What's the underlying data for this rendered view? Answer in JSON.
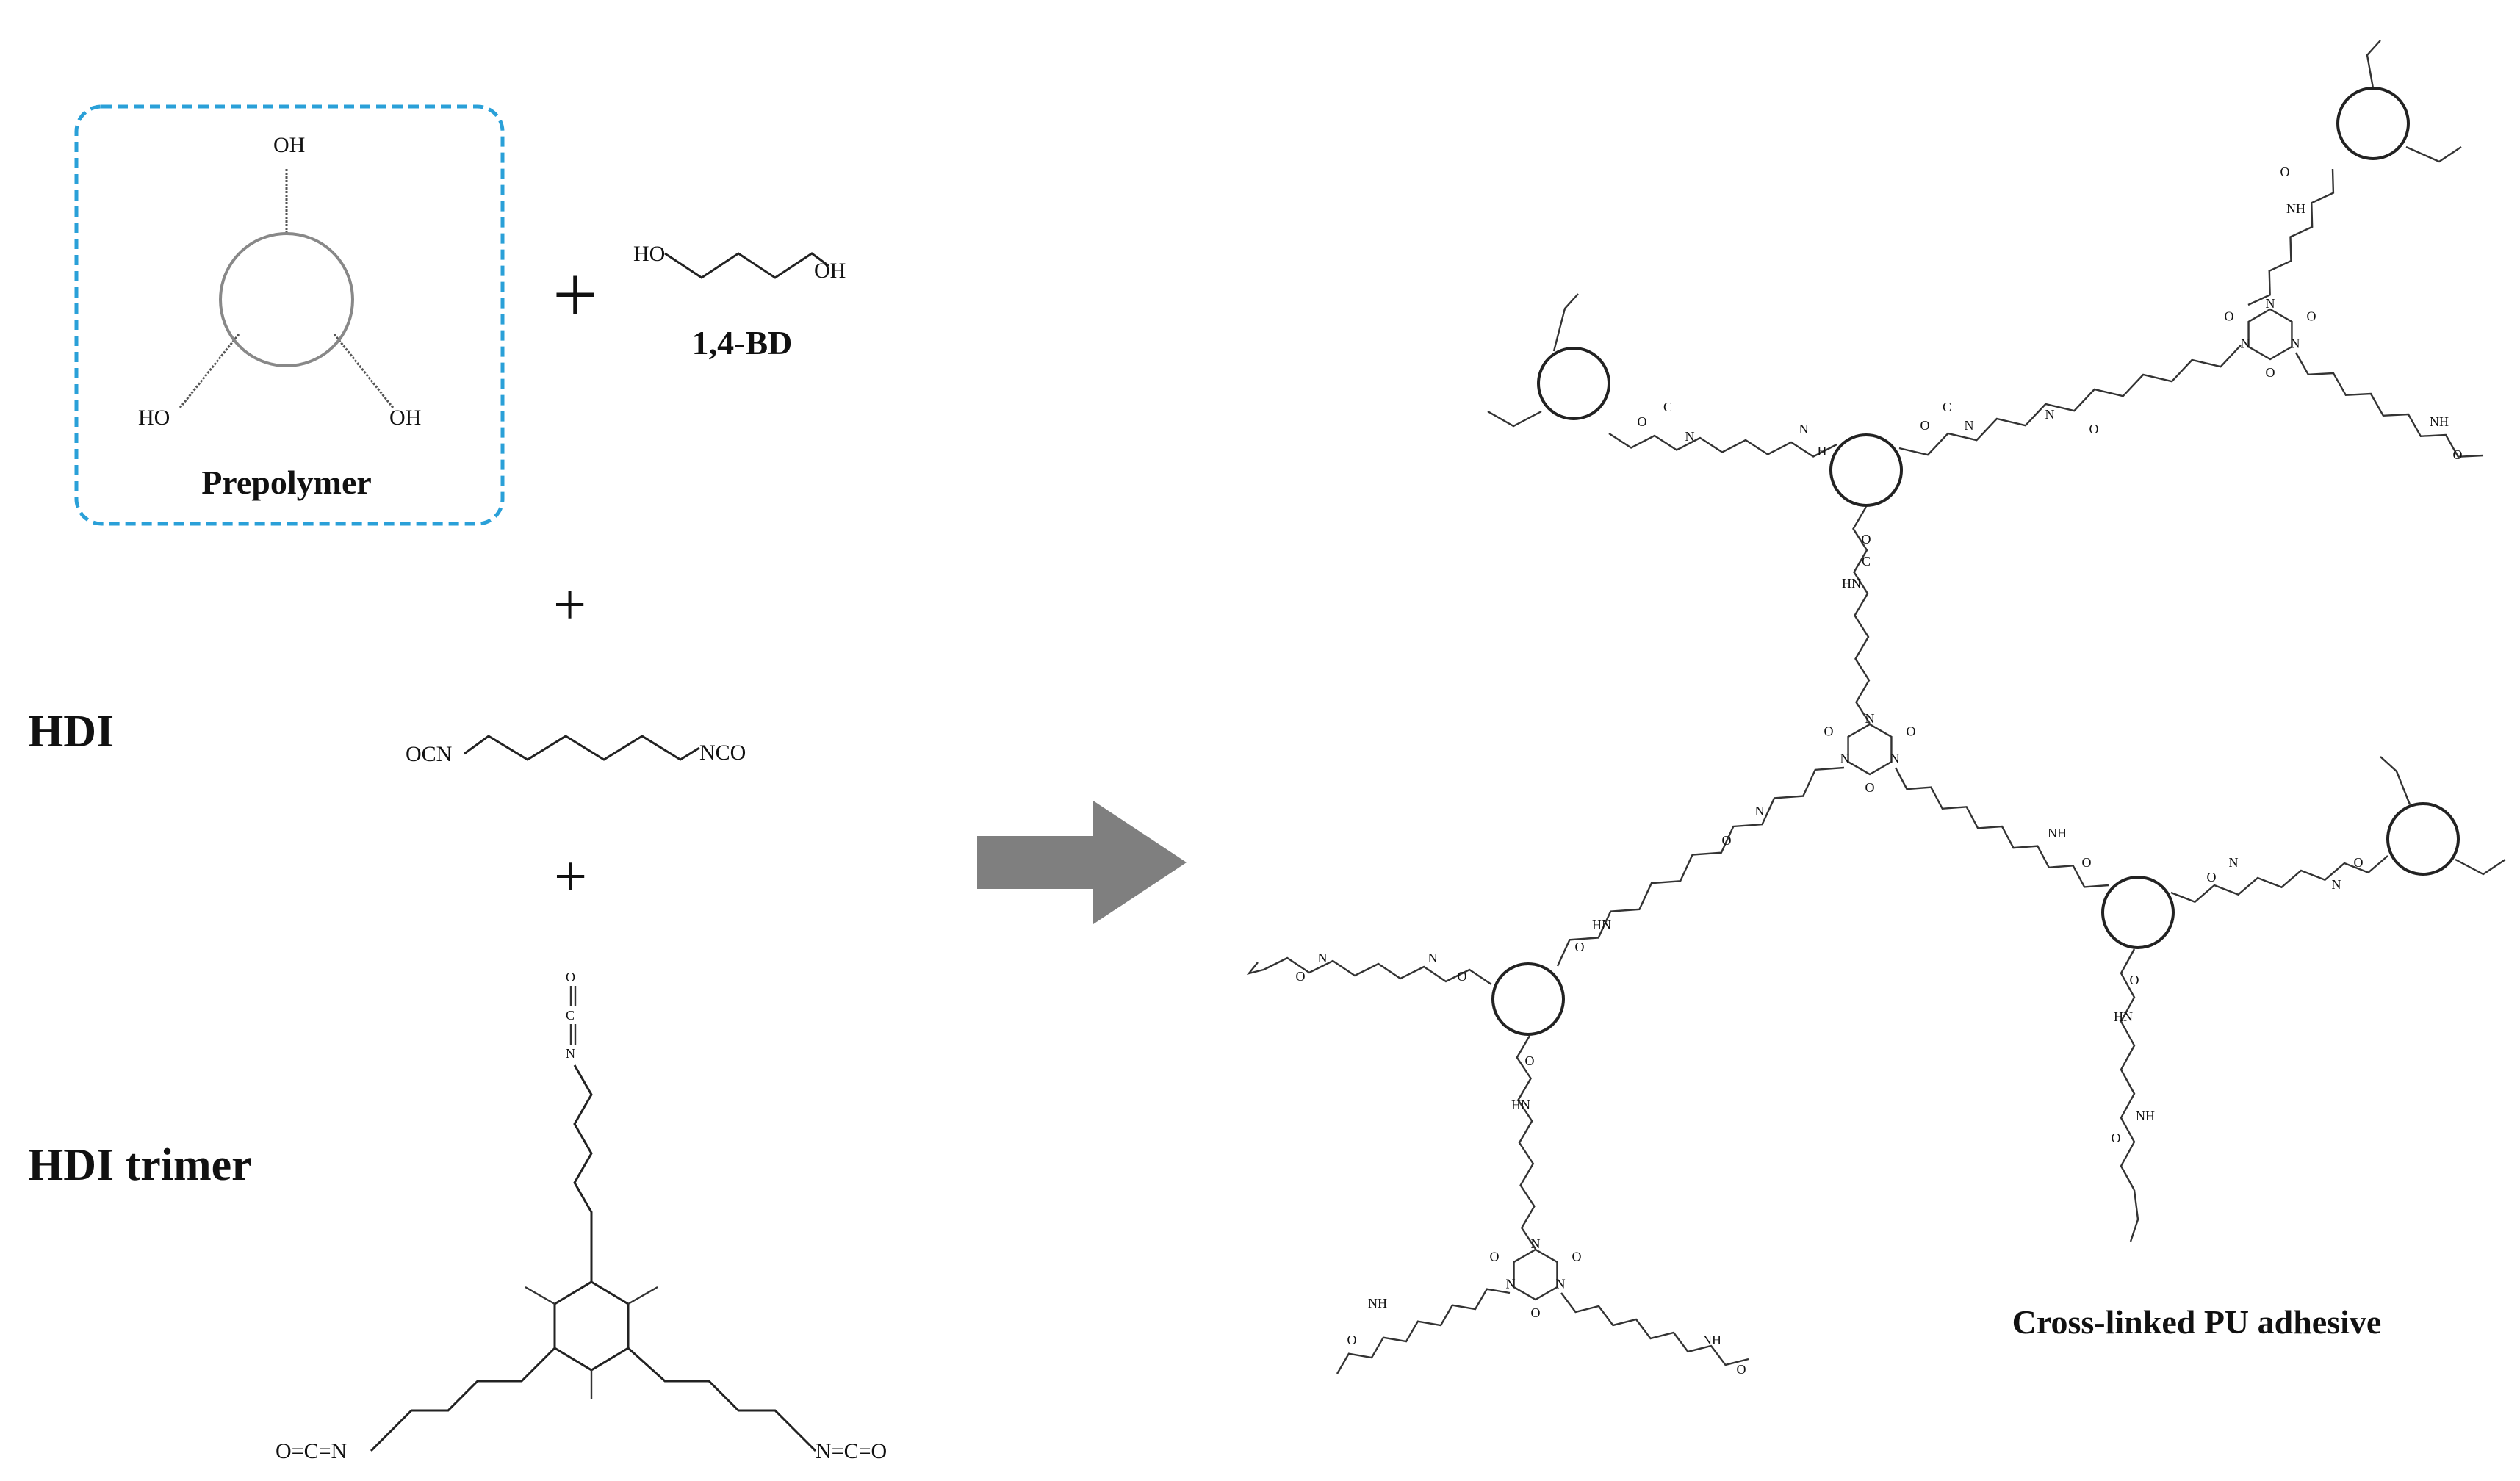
{
  "reactants": {
    "prepolymer": {
      "label": "Prepolymer",
      "oh_top": "OH",
      "oh_left": "HO",
      "oh_right": "OH"
    },
    "bd": {
      "label": "1,4-BD",
      "ho": "HO",
      "oh": "OH"
    },
    "hdi": {
      "label": "HDI",
      "left_group": "OCN",
      "right_group": "NCO"
    },
    "trimer": {
      "label": "HDI trimer",
      "left_group": "O=C=N",
      "right_group": "N=C=O",
      "top_n": "N",
      "top_c": "C",
      "top_o": "O"
    },
    "plus_sign": "+"
  },
  "product": {
    "label": "Cross-linked PU adhesive",
    "atoms": {
      "N": "N",
      "O": "O",
      "C": "C",
      "H": "H",
      "HN": "HN",
      "NH": "NH"
    }
  },
  "colors": {
    "prepolymer_box": "#2aa0d8",
    "arrow": "#7f7f7f",
    "ring": "#222222"
  }
}
